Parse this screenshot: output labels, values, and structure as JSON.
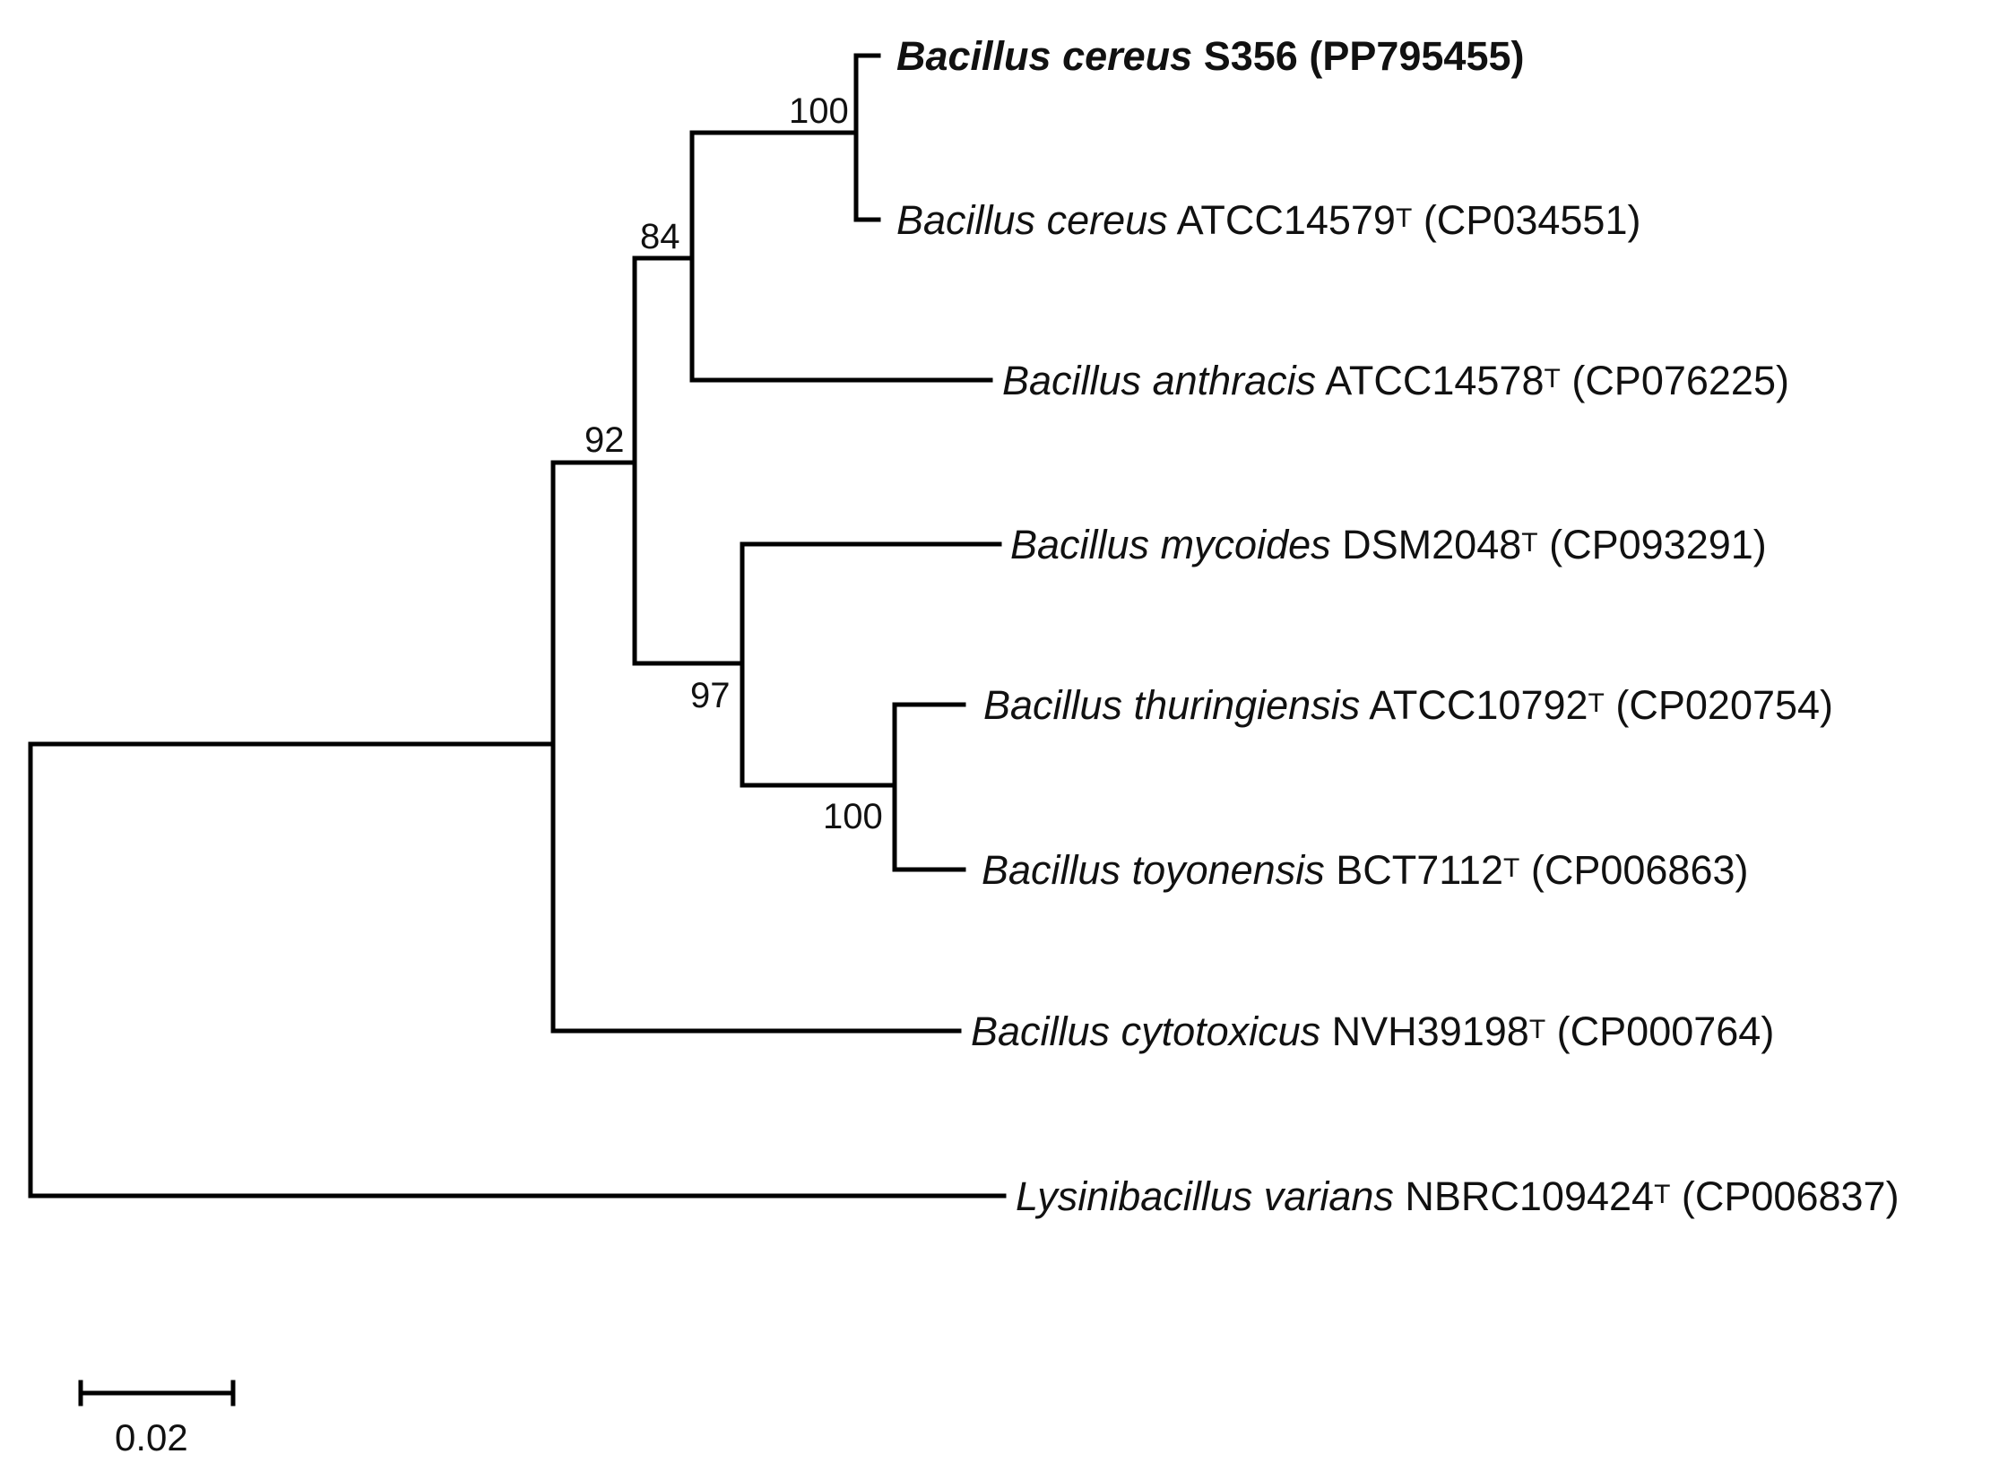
{
  "tree": {
    "leaves": [
      {
        "id": "s356",
        "genus_species": "Bacillus cereus",
        "strain": "S356",
        "type_strain": false,
        "accession": "(PP795455)",
        "highlight": true
      },
      {
        "id": "cereus_atcc",
        "genus_species": "Bacillus cereus",
        "strain": "ATCC14579",
        "type_strain": true,
        "accession": "(CP034551)",
        "highlight": false
      },
      {
        "id": "anthracis",
        "genus_species": "Bacillus anthracis",
        "strain": "ATCC14578",
        "type_strain": true,
        "accession": "(CP076225)",
        "highlight": false
      },
      {
        "id": "mycoides",
        "genus_species": "Bacillus mycoides",
        "strain": "DSM2048",
        "type_strain": true,
        "accession": "(CP093291)",
        "highlight": false
      },
      {
        "id": "thuringiensis",
        "genus_species": "Bacillus thuringiensis",
        "strain": "ATCC10792",
        "type_strain": true,
        "accession": "(CP020754)",
        "highlight": false
      },
      {
        "id": "toyonensis",
        "genus_species": "Bacillus toyonensis",
        "strain": "BCT7112",
        "type_strain": true,
        "accession": "(CP006863)",
        "highlight": false
      },
      {
        "id": "cytotoxicus",
        "genus_species": "Bacillus cytotoxicus",
        "strain": "NVH39198",
        "type_strain": true,
        "accession": "(CP000764)",
        "highlight": false
      },
      {
        "id": "lysinibacillus",
        "genus_species": "Lysinibacillus varians",
        "strain": "NBRC109424",
        "type_strain": true,
        "accession": "(CP006837)",
        "highlight": false
      }
    ],
    "type_strain_marker": "T",
    "bootstrap": {
      "cereus_pair": "100",
      "cereus_anthracis": "84",
      "ingroup_main": "92",
      "mycoides_group": "97",
      "thuringiensis_toyonensis": "100"
    },
    "scale_bar": {
      "length": 0.02,
      "label": "0.02"
    }
  }
}
